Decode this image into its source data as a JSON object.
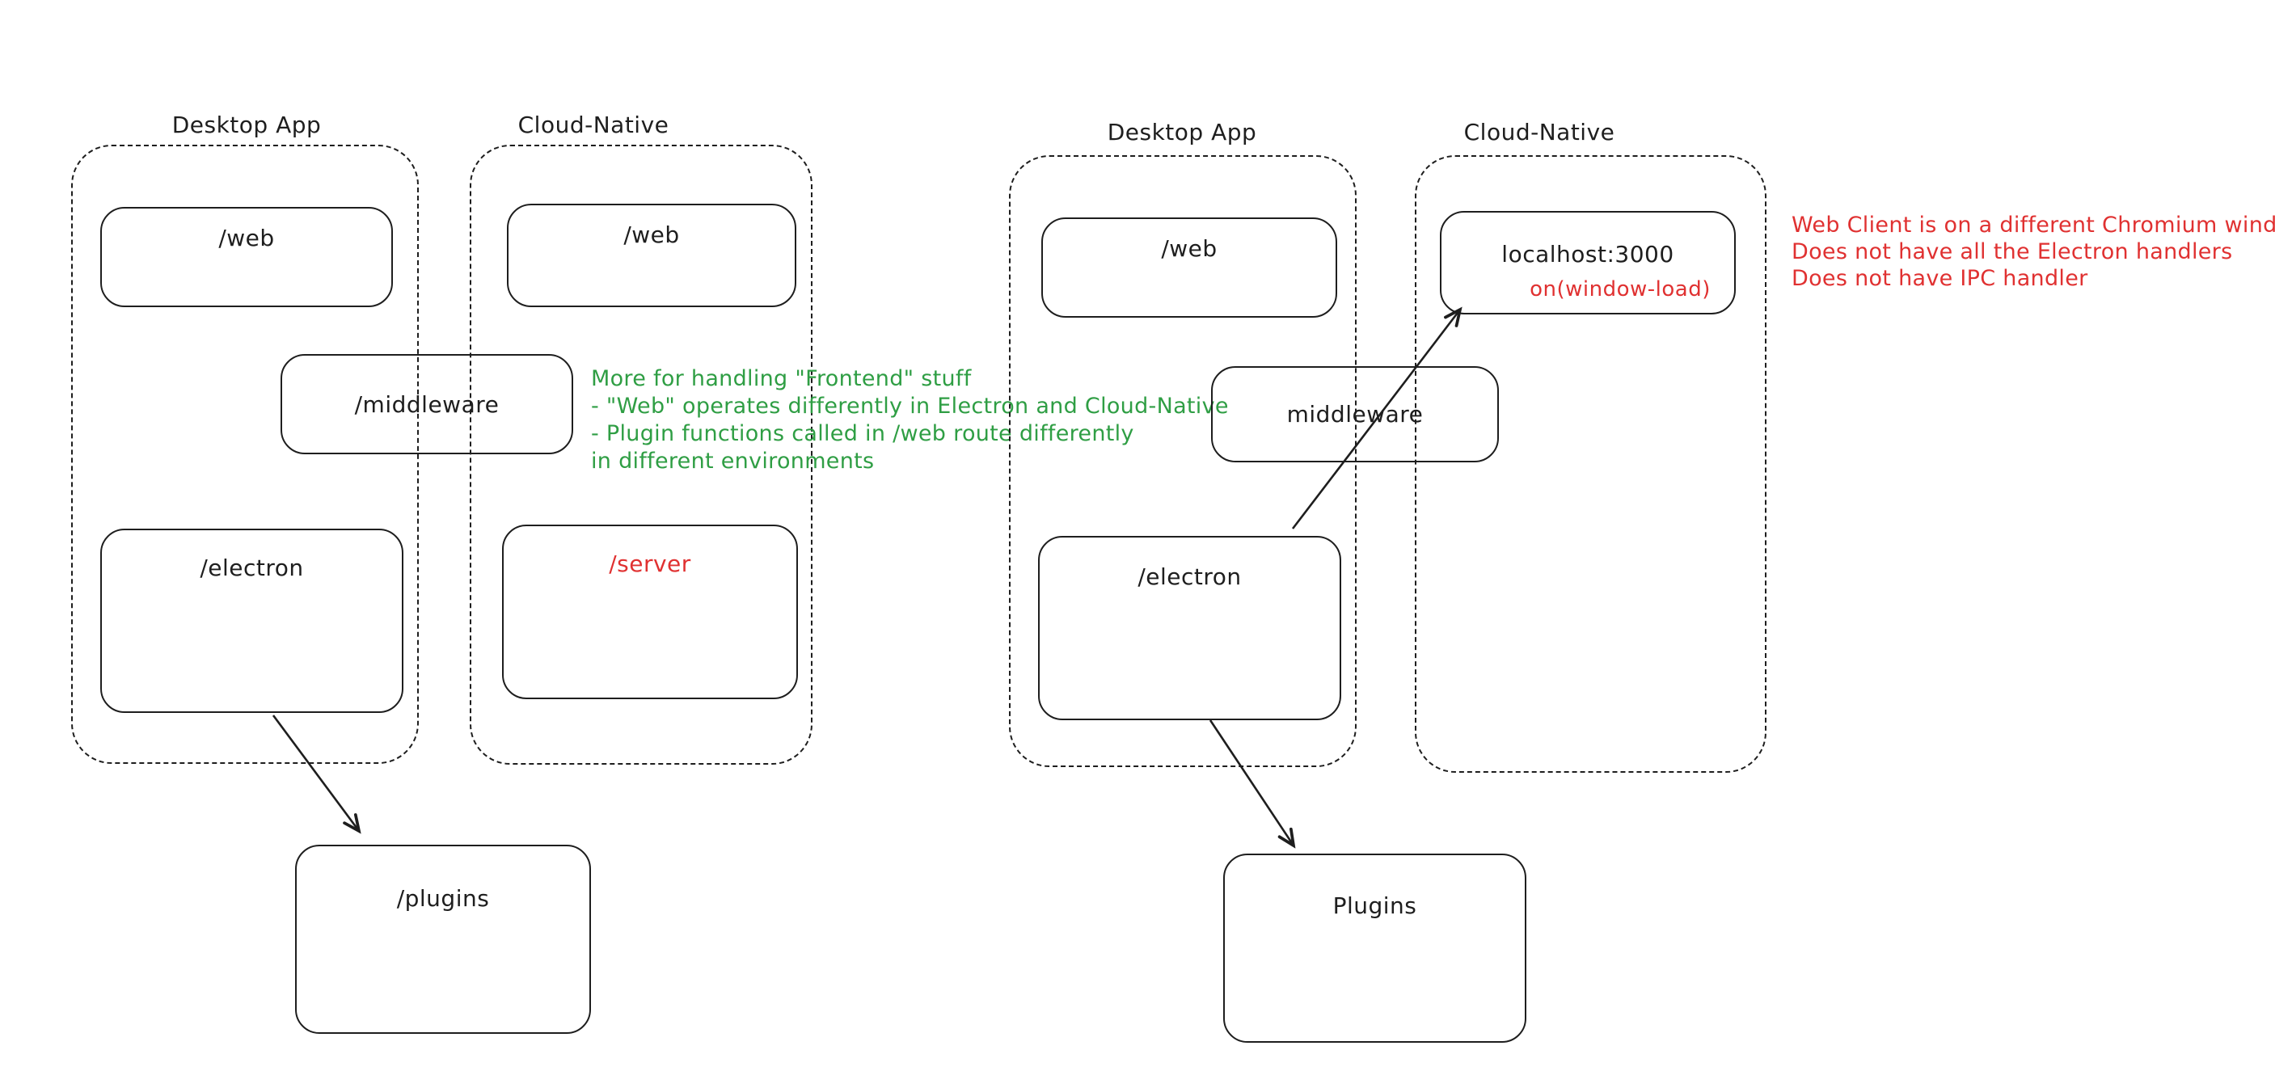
{
  "colors": {
    "stroke": "#1e1e1e",
    "green": "#2f9e44",
    "red": "#e03131",
    "background": "#ffffff"
  },
  "left": {
    "desktop": {
      "title": "Desktop App",
      "web": "/web",
      "electron": "/electron"
    },
    "cloud": {
      "title": "Cloud-Native",
      "web": "/web",
      "server": "/server"
    },
    "middleware": "/middleware",
    "plugins": "/plugins",
    "note_lines": [
      "More for handling \"Frontend\" stuff",
      "- \"Web\" operates differently in Electron and Cloud-Native",
      "- Plugin functions called in /web route differently",
      "in different environments"
    ]
  },
  "right": {
    "desktop": {
      "title": "Desktop App",
      "web": "/web",
      "electron": "/electron"
    },
    "cloud": {
      "title": "Cloud-Native",
      "localhost": "localhost:3000",
      "window_load": "on(window-load)"
    },
    "middleware": "middleware",
    "plugins": "Plugins",
    "note_lines": [
      "Web Client is on a different Chromium window",
      "Does not have all the Electron handlers",
      "Does not have IPC handler"
    ]
  }
}
